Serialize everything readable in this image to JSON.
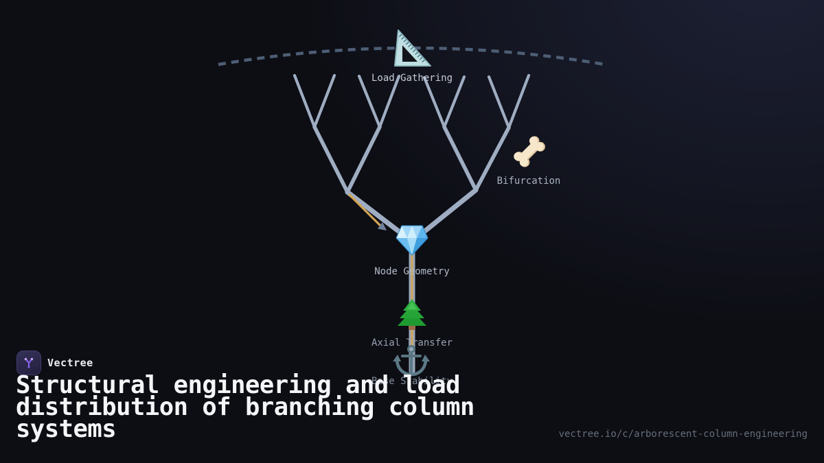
{
  "brand": {
    "name": "Vectree",
    "logo_icon": "branching-v-icon"
  },
  "title": "Structural engineering and load distribution of branching column systems",
  "footer": {
    "url": "vectree.io/c/arborescent-column-engineering"
  },
  "diagram": {
    "type": "branching-column-tree",
    "branching": {
      "order": 2,
      "depth": 3,
      "tip_count": 8
    },
    "stage_labels": [
      {
        "name": "Load Gathering",
        "icon": "triangle-ruler-icon"
      },
      {
        "name": "Bifurcation",
        "icon": "bone-icon"
      },
      {
        "name": "Node Geometry",
        "icon": "gem-icon"
      },
      {
        "name": "Axial Transfer",
        "icon": "evergreen-tree-icon"
      },
      {
        "name": "Base Stability",
        "icon": "anchor-icon"
      }
    ]
  },
  "theme": {
    "background": "#0d0e14",
    "background_glow": "#1d2134",
    "branch": "#9fadc2",
    "trunk": "#99a7bc",
    "load_path_gold": "#d2a452",
    "arrowhead_gray": "#72819a",
    "arc_dash": "#4d5e75",
    "label_text": "#b7bfcb",
    "title_text": "#f4f5f7",
    "url_text": "#656d7a",
    "accent_purple": "#8a63f2",
    "logo_dot": "#c9aaff",
    "logo_bg": "#2a2749"
  }
}
